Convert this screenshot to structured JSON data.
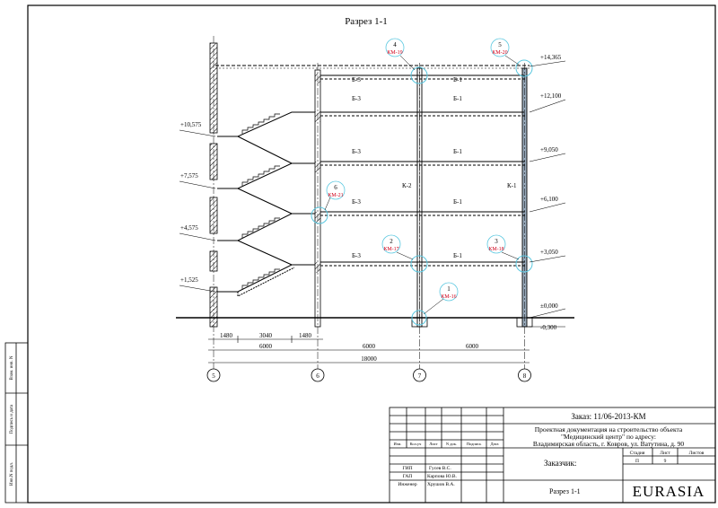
{
  "title": "Разрез 1-1",
  "elevations_left": [
    "+10,575",
    "+7,575",
    "+4,575",
    "+1,525"
  ],
  "elevations_right": [
    "+14,365",
    "+12,100",
    "+9,050",
    "+6,100",
    "+3,050",
    "±0,000",
    "-0,300"
  ],
  "beam_labels": {
    "b3": "Б-3",
    "b1": "Б-1",
    "k2": "К-2",
    "k1": "К-1"
  },
  "nodes": [
    {
      "num": "4",
      "code": "КМ-19"
    },
    {
      "num": "5",
      "code": "КМ-20"
    },
    {
      "num": "6",
      "code": "КМ-21"
    },
    {
      "num": "2",
      "code": "КМ-17"
    },
    {
      "num": "3",
      "code": "КМ-18"
    },
    {
      "num": "1",
      "code": "КМ-16"
    }
  ],
  "dimensions": {
    "d1480a": "1480",
    "d3040": "3040",
    "d1480b": "1480",
    "d6000a": "6000",
    "d6000b": "6000",
    "d6000c": "6000",
    "d18000": "18000"
  },
  "axes": [
    "5",
    "6",
    "7",
    "8"
  ],
  "side_stamps": [
    "Взам. инв. N",
    "Подпись и дата",
    "Инв.N подл."
  ],
  "title_block": {
    "order": "Заказ: 11/06-2013-КМ",
    "project_line1": "Проектная документация на строительство объекта",
    "project_line2": "\"Медицинский центр\" по адресу:",
    "project_line3": "Владимирская область, г. Ковров, ул. Ватутина, д. 90",
    "customer": "Заказчик:",
    "sheet_name": "Разрез 1-1",
    "brand": "EURASIA",
    "col_headers": [
      "Изм.",
      "Кол.уч",
      "Лист",
      "N док.",
      "Подпись",
      "Дата"
    ],
    "stage_headers": [
      "Стадия",
      "Лист",
      "Листов"
    ],
    "stage_values": [
      "П",
      "9",
      ""
    ],
    "staff": [
      {
        "role": "ГИП",
        "name": "Гусев В.С."
      },
      {
        "role": "ГАП",
        "name": "Карпова Ю.В."
      },
      {
        "role": "Инженер",
        "name": "Хрушов В.А."
      }
    ]
  }
}
